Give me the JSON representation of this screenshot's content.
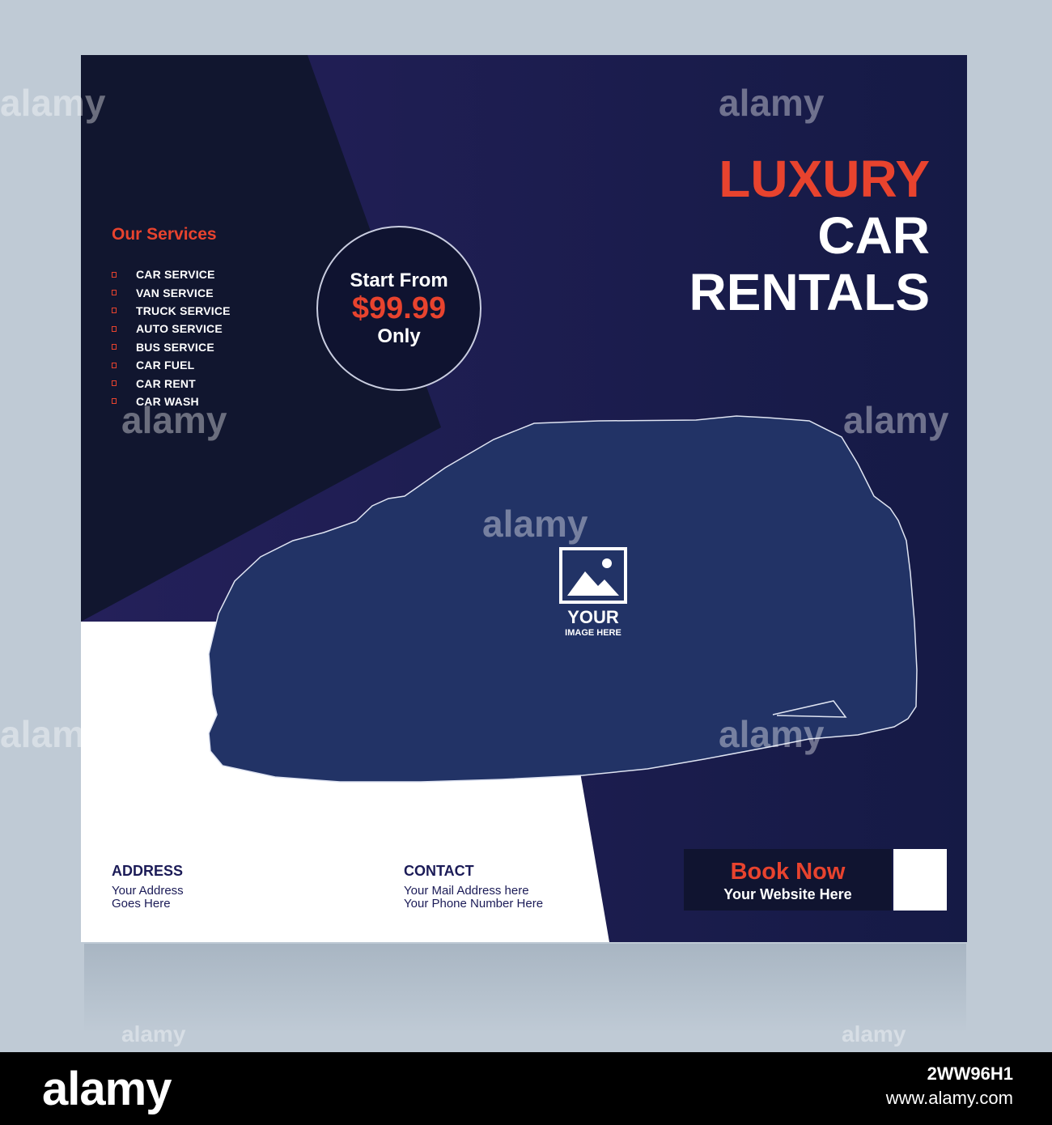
{
  "flyer": {
    "services_title": "Our Services",
    "services": [
      "CAR SERVICE",
      "VAN SERVICE",
      "TRUCK SERVICE",
      "AUTO SERVICE",
      "BUS SERVICE",
      "CAR FUEL",
      "CAR RENT",
      "CAR WASH"
    ],
    "price": {
      "pre": "Start From",
      "amount": "$99.99",
      "post": "Only"
    },
    "headline": {
      "line1": "LUXURY",
      "line2": "CAR",
      "line3": "RENTALS"
    },
    "image_placeholder": {
      "line1": "YOUR",
      "line2": "IMAGE HERE"
    },
    "address": {
      "title": "ADDRESS",
      "line1": "Your Address",
      "line2": "Goes Here"
    },
    "contact": {
      "title": "CONTACT",
      "line1": "Your Mail Address here",
      "line2": "Your Phone Number Here"
    },
    "cta": {
      "title": "Book Now",
      "site": "Your Website Here"
    },
    "colors": {
      "accent": "#e8432e",
      "navy": "#1c1c55",
      "dark": "#0f1330",
      "car": "#223366",
      "page_bg": "#bfcad5"
    }
  },
  "watermark": {
    "text": "alamy",
    "image_id": "2WW96H1",
    "site": "www.alamy.com"
  }
}
